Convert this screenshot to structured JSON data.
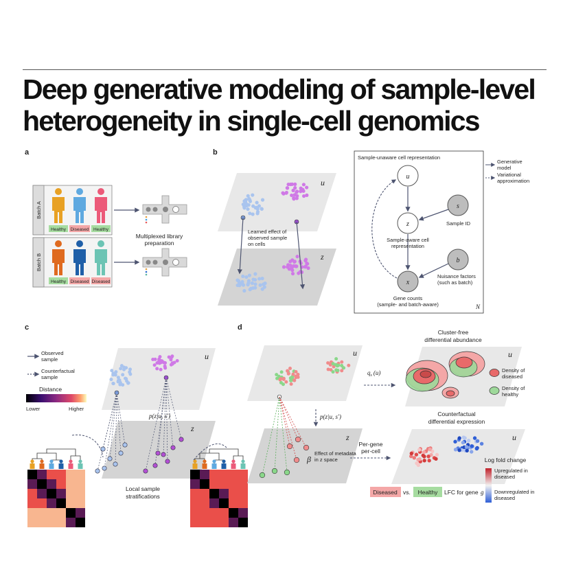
{
  "title_line1": "Deep generative modeling of sample-level",
  "title_line2": "heterogeneity in single-cell genomics",
  "panels": {
    "a": {
      "letter": "a",
      "batch_a": "Batch A",
      "batch_b": "Batch B",
      "batch_a_tags": [
        "Healthy",
        "Diseased",
        "Healthy"
      ],
      "batch_b_tags": [
        "Healthy",
        "Diseased",
        "Diseased"
      ],
      "prep_line1": "Multiplexed library",
      "prep_line2": "preparation"
    },
    "b": {
      "letter": "b",
      "u": "u",
      "z": "z",
      "learned_line1": "Learned effect of",
      "learned_line2": "observed sample",
      "learned_line3": "on cells",
      "box_title": "Sample-unaware cell representation",
      "node_u": "u",
      "node_z": "z",
      "node_s": "s",
      "node_b": "b",
      "node_x": "x",
      "sample_id": "Sample ID",
      "z_desc1": "Sample-aware cell",
      "z_desc2": "representation",
      "nuis1": "Nuisance factors",
      "nuis2": "(such as batch)",
      "gene1": "Gene counts",
      "gene2": "(sample- and batch-aware)",
      "n": "N",
      "legend_gen1": "Generative",
      "legend_gen2": "model",
      "legend_var1": "Variational",
      "legend_var2": "approximation"
    },
    "c": {
      "letter": "c",
      "obs1": "Observed",
      "obs2": "sample",
      "cf1": "Counterfactual",
      "cf2": "sample",
      "distance": "Distance",
      "lower": "Lower",
      "higher": "Higher",
      "u": "u",
      "z": "z",
      "pz": "p(z|u, s′)",
      "local1": "Local sample",
      "local2": "stratifications"
    },
    "d": {
      "letter": "d",
      "u1": "u",
      "u2": "u",
      "u3": "u",
      "z": "z",
      "qs": "q",
      "qs_sub": "s",
      "qs_arg": "(u)",
      "pz": "p(z|u, s′)",
      "cf_da1": "Cluster-free",
      "cf_da2": "differential abundance",
      "dens_dis1": "Density of",
      "dens_dis2": "diseased",
      "dens_h1": "Density of",
      "dens_h2": "healthy",
      "cde1": "Counterfactual",
      "cde2": "differential expression",
      "pergene1": "Per-gene",
      "pergene2": "per-cell",
      "beta": "β",
      "meta1": "Effect of metadata",
      "meta2": "in z space",
      "lfc_title": "Log fold change",
      "up1": "Upregulated in",
      "up2": "diseased",
      "down1": "Downregulated in",
      "down2": "diseased",
      "diseased": "Diseased",
      "vs": "vs.",
      "healthy": "Healthy",
      "lfc_for": "LFC for gene",
      "gene_g": "g"
    }
  },
  "colors": {
    "healthy_bg": "#a6dca0",
    "diseased_bg": "#f4a7a7",
    "plane": "#e6e6e6",
    "plane_dark": "#cfcfcf",
    "blue_cells": "#a9c4ee",
    "purple_cells": "#cf79e6",
    "arrow": "#4d5470"
  }
}
